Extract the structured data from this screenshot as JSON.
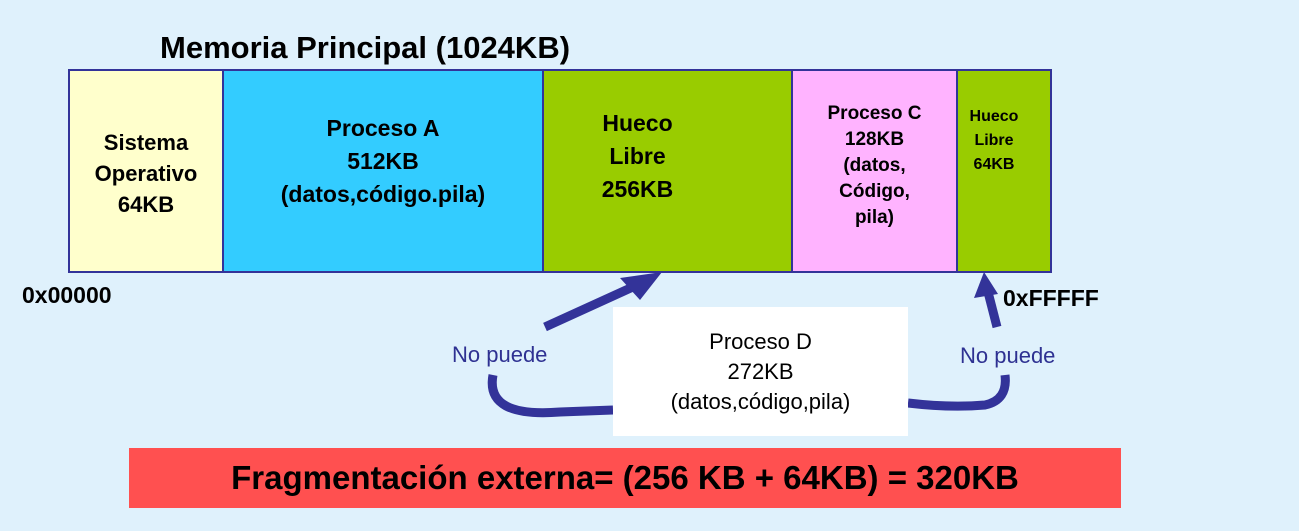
{
  "title": "Memoria Principal (1024KB)",
  "segments": [
    {
      "label": "Sistema\nOperativo\n64KB",
      "color": "#ffffcc"
    },
    {
      "label": "Proceso A\n512KB\n(datos,código.pila)",
      "color": "#33ccff"
    },
    {
      "label": "Hueco\nLibre\n256KB",
      "color": "#99cc00"
    },
    {
      "label": "Proceso C\n128KB\n(datos,\nCódigo,\npila)",
      "color": "#ffb3ff"
    },
    {
      "label": "Hueco\nLibre\n64KB",
      "color": "#99cc00"
    }
  ],
  "addr_start": "0x00000",
  "addr_end": "0xFFFFF",
  "no_puede_left": "No puede",
  "no_puede_right": "No puede",
  "proceso_d": {
    "name": "Proceso D",
    "size": "272KB",
    "desc": "(datos,código,pila)"
  },
  "fragmentation": "Fragmentación externa= (256 KB + 64KB) = 320KB",
  "arrow_color": "#333399"
}
